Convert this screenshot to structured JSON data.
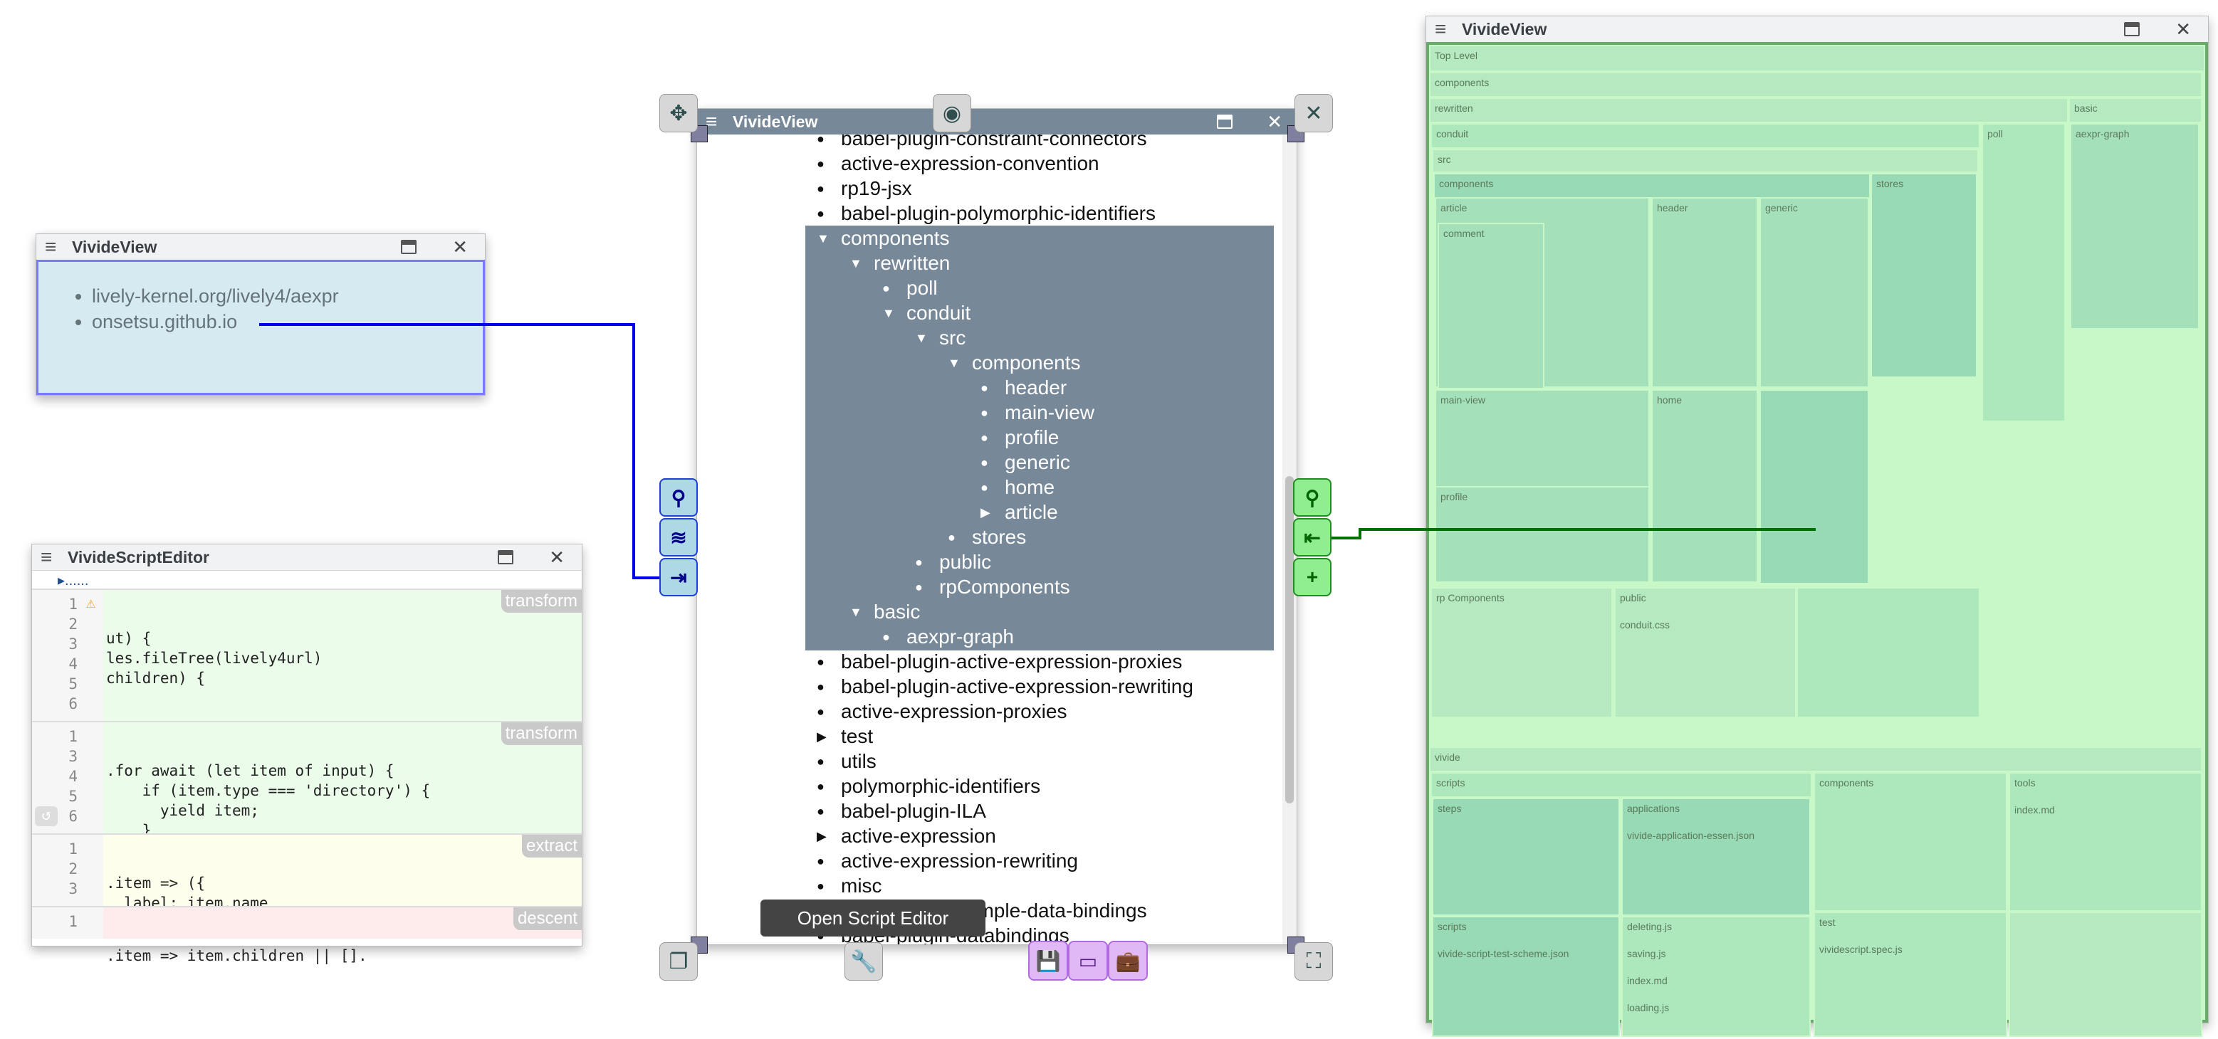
{
  "url_window": {
    "title": "VivideView",
    "items": [
      "lively-kernel.org/lively4/aexpr",
      "onsetsu.github.io"
    ]
  },
  "script_editor": {
    "title": "VivideScriptEditor",
    "breadcrumb": "▸......",
    "blocks": [
      {
        "type": "transform",
        "lines": [
          "1",
          "2",
          "3",
          "4",
          "5",
          "6"
        ],
        "code": [
          "ut) {",
          "les.fileTree(lively4url)",
          "children) {",
          "",
          "",
          ""
        ]
      },
      {
        "type": "transform",
        "lines": [
          "1",
          "3",
          "4",
          "5",
          "6"
        ],
        "code": [
          ".for await (let item of input) {",
          "    if (item.type === 'directory') {",
          "      yield item;",
          "    }",
          "  }."
        ]
      },
      {
        "type": "extract",
        "lines": [
          "1",
          "2",
          "3"
        ],
        "code": [
          ".item => ({",
          "  label: item.name",
          "})."
        ]
      },
      {
        "type": "descent",
        "lines": [
          "1"
        ],
        "code": [
          ".item => item.children || []."
        ]
      }
    ]
  },
  "tree_window": {
    "title": "VivideView",
    "tooltip": "Open Script Editor",
    "rows": [
      {
        "label": "babel-plugin-constraint-connectors",
        "depth": 0,
        "marker": "leaf",
        "selected": false
      },
      {
        "label": "active-expression-convention",
        "depth": 0,
        "marker": "leaf",
        "selected": false
      },
      {
        "label": "rp19-jsx",
        "depth": 0,
        "marker": "leaf",
        "selected": false
      },
      {
        "label": "babel-plugin-polymorphic-identifiers",
        "depth": 0,
        "marker": "leaf",
        "selected": false
      },
      {
        "label": "components",
        "depth": 0,
        "marker": "open",
        "selected": true
      },
      {
        "label": "rewritten",
        "depth": 1,
        "marker": "open",
        "selected": true
      },
      {
        "label": "poll",
        "depth": 2,
        "marker": "leaf",
        "selected": true
      },
      {
        "label": "conduit",
        "depth": 2,
        "marker": "open",
        "selected": true
      },
      {
        "label": "src",
        "depth": 3,
        "marker": "open",
        "selected": true
      },
      {
        "label": "components",
        "depth": 4,
        "marker": "open",
        "selected": true
      },
      {
        "label": "header",
        "depth": 5,
        "marker": "leaf",
        "selected": true
      },
      {
        "label": "main-view",
        "depth": 5,
        "marker": "leaf",
        "selected": true
      },
      {
        "label": "profile",
        "depth": 5,
        "marker": "leaf",
        "selected": true
      },
      {
        "label": "generic",
        "depth": 5,
        "marker": "leaf",
        "selected": true
      },
      {
        "label": "home",
        "depth": 5,
        "marker": "leaf",
        "selected": true
      },
      {
        "label": "article",
        "depth": 5,
        "marker": "closed",
        "selected": true
      },
      {
        "label": "stores",
        "depth": 4,
        "marker": "leaf",
        "selected": true
      },
      {
        "label": "public",
        "depth": 3,
        "marker": "leaf",
        "selected": true
      },
      {
        "label": "rpComponents",
        "depth": 3,
        "marker": "leaf",
        "selected": true
      },
      {
        "label": "basic",
        "depth": 1,
        "marker": "open",
        "selected": true
      },
      {
        "label": "aexpr-graph",
        "depth": 2,
        "marker": "leaf",
        "selected": true
      },
      {
        "label": "babel-plugin-active-expression-proxies",
        "depth": 0,
        "marker": "leaf",
        "selected": false
      },
      {
        "label": "babel-plugin-active-expression-rewriting",
        "depth": 0,
        "marker": "leaf",
        "selected": false
      },
      {
        "label": "active-expression-proxies",
        "depth": 0,
        "marker": "leaf",
        "selected": false
      },
      {
        "label": "test",
        "depth": 0,
        "marker": "closed",
        "selected": false
      },
      {
        "label": "utils",
        "depth": 0,
        "marker": "leaf",
        "selected": false
      },
      {
        "label": "polymorphic-identifiers",
        "depth": 0,
        "marker": "leaf",
        "selected": false
      },
      {
        "label": "babel-plugin-ILA",
        "depth": 0,
        "marker": "leaf",
        "selected": false
      },
      {
        "label": "active-expression",
        "depth": 0,
        "marker": "closed",
        "selected": false
      },
      {
        "label": "active-expression-rewriting",
        "depth": 0,
        "marker": "leaf",
        "selected": false
      },
      {
        "label": "misc",
        "depth": 0,
        "marker": "leaf",
        "selected": false
      },
      {
        "label": "babel-plugin-sample-data-bindings",
        "depth": 0,
        "marker": "leaf",
        "selected": false
      },
      {
        "label": "babel-plugin-databindings",
        "depth": 0,
        "marker": "leaf",
        "selected": false
      }
    ]
  },
  "treemap_window": {
    "title": "VivideView",
    "labels": {
      "top": "Top Level",
      "components": "components",
      "rewritten": "rewritten",
      "basic": "basic",
      "conduit": "conduit",
      "poll": "poll",
      "aexpr_graph": "aexpr-graph",
      "src": "src",
      "src_components": "components",
      "stores": "stores",
      "article": "article",
      "header": "header",
      "generic": "generic",
      "comment": "comment",
      "main_view": "main-view",
      "home": "home",
      "profile": "profile",
      "rpComponents": "rp Components",
      "public": "public",
      "conduit_css": "conduit.css",
      "vivide": "vivide",
      "scripts": "scripts",
      "steps": "steps",
      "applications": "applications",
      "app_json": "vivide-application-essen.json",
      "vcomponents": "components",
      "tools": "tools",
      "tools_index": "index.md",
      "scripts2": "scripts",
      "scheme_json": "vivide-script-test-scheme.json",
      "deleting": "deleting.js",
      "saving": "saving.js",
      "index_md": "index.md",
      "loading": "loading.js",
      "test": "test",
      "spec": "vividescript.spec.js"
    }
  }
}
